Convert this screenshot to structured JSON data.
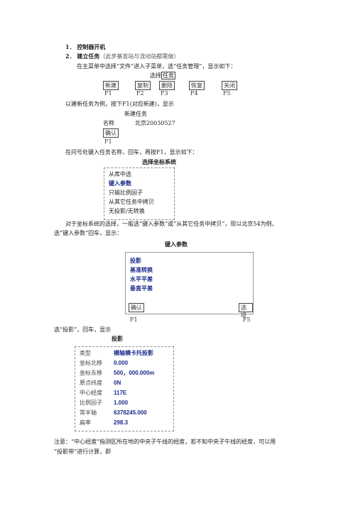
{
  "steps": {
    "step1": "1． 控制器开机",
    "step2_title": "2． 建立任务",
    "step2_note": "（此步基准站与流动站都需做）",
    "intro": "在主菜单中选择“文件”进入子菜单，选“任务管理”，显示如下："
  },
  "task_menu": {
    "title_prefix": "选择",
    "title_boxed": "任务",
    "buttons": [
      "新建",
      "复制",
      "删除",
      "恢复",
      "关闭"
    ],
    "fkeys": [
      "F1",
      "F2",
      "F3",
      "F4",
      "F5"
    ]
  },
  "new_task": {
    "intro": "以建新任务为例，按下F1(对应新建)，显示",
    "title": "新建任务",
    "name_label": "名称",
    "name_value": "北京20030527",
    "confirm": "确认",
    "fkey": "F1"
  },
  "coord_select": {
    "intro": "在问号处键入任务名称，回车，再按F1，显示如下：",
    "title": "选择坐标系统",
    "items": [
      "从库中选",
      "键入参数",
      "只输比例因子",
      "从其它任务中拷贝",
      "无投影/无转换"
    ]
  },
  "params": {
    "intro_line1": "对于坐标系统的选择，一般选“键入参数”或“从其它任务中拷贝”，现以北京54为例，",
    "intro_line2": "选“键入参数”回车，显示：",
    "title": "键入参数",
    "items": [
      "投影",
      "基准转换",
      "水平平差",
      "垂直平差"
    ],
    "confirm": "确认",
    "options": "选项",
    "fkey_left": "F1",
    "fkey_right": "F5"
  },
  "projection": {
    "intro": "选“投影”，回车，显示",
    "title": "投影",
    "rows": [
      {
        "label": "类型",
        "value": "横轴横卡托投影"
      },
      {
        "label": "坐标北移",
        "value": "0.000"
      },
      {
        "label": "坐标东移",
        "value": "500，000.000m"
      },
      {
        "label": "原点纬度",
        "value": "0N"
      },
      {
        "label": "中心经度",
        "value": "117E"
      },
      {
        "label": "比例因子",
        "value": "1.000"
      },
      {
        "label": "常半轴",
        "value": "6378245.000"
      },
      {
        "label": "扁率",
        "value": "298.3"
      }
    ]
  },
  "note": {
    "line1": "注意：“中心经度”指测区所在地的中央子午线的经度，若不知中央子午线的经度，可以用",
    "line2": "“投影带”进行计算，即"
  }
}
